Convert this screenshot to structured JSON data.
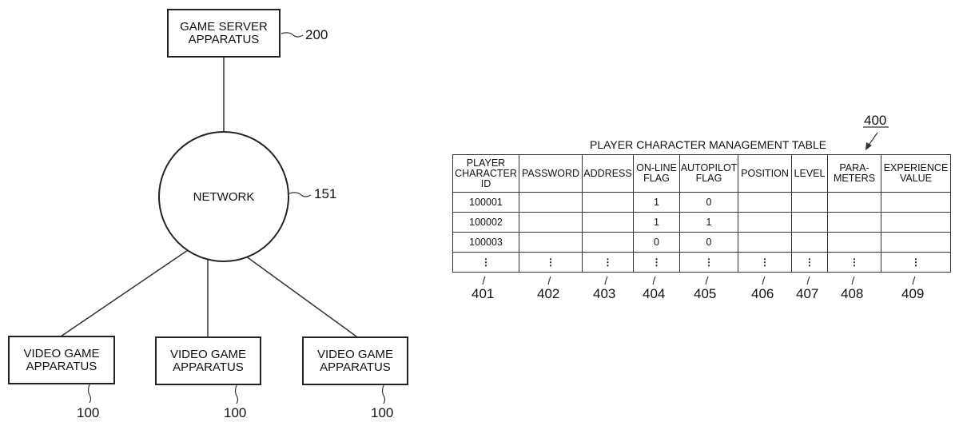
{
  "diagram": {
    "server": {
      "label_line1": "GAME SERVER",
      "label_line2": "APPARATUS",
      "ref": "200"
    },
    "network": {
      "label": "NETWORK",
      "ref": "151"
    },
    "clients": [
      {
        "label_line1": "VIDEO GAME",
        "label_line2": "APPARATUS",
        "ref": "100"
      },
      {
        "label_line1": "VIDEO GAME",
        "label_line2": "APPARATUS",
        "ref": "100"
      },
      {
        "label_line1": "VIDEO GAME",
        "label_line2": "APPARATUS",
        "ref": "100"
      }
    ]
  },
  "table": {
    "title": "PLAYER CHARACTER MANAGEMENT TABLE",
    "ref": "400",
    "columns": [
      {
        "l1": "PLAYER",
        "l2": "CHARACTER",
        "l3": "ID",
        "ref": "401"
      },
      {
        "l1": "PASSWORD",
        "l2": "",
        "l3": "",
        "ref": "402"
      },
      {
        "l1": "ADDRESS",
        "l2": "",
        "l3": "",
        "ref": "403"
      },
      {
        "l1": "ON-LINE",
        "l2": "FLAG",
        "l3": "",
        "ref": "404"
      },
      {
        "l1": "AUTOPILOT",
        "l2": "FLAG",
        "l3": "",
        "ref": "405"
      },
      {
        "l1": "POSITION",
        "l2": "",
        "l3": "",
        "ref": "406"
      },
      {
        "l1": "LEVEL",
        "l2": "",
        "l3": "",
        "ref": "407"
      },
      {
        "l1": "PARA-",
        "l2": "METERS",
        "l3": "",
        "ref": "408"
      },
      {
        "l1": "EXPERIENCE",
        "l2": "VALUE",
        "l3": "",
        "ref": "409"
      }
    ],
    "rows": [
      [
        "100001",
        "",
        "",
        "1",
        "0",
        "",
        "",
        "",
        ""
      ],
      [
        "100002",
        "",
        "",
        "1",
        "1",
        "",
        "",
        "",
        ""
      ],
      [
        "100003",
        "",
        "",
        "0",
        "0",
        "",
        "",
        "",
        ""
      ]
    ],
    "ellipsis": "⋮"
  }
}
